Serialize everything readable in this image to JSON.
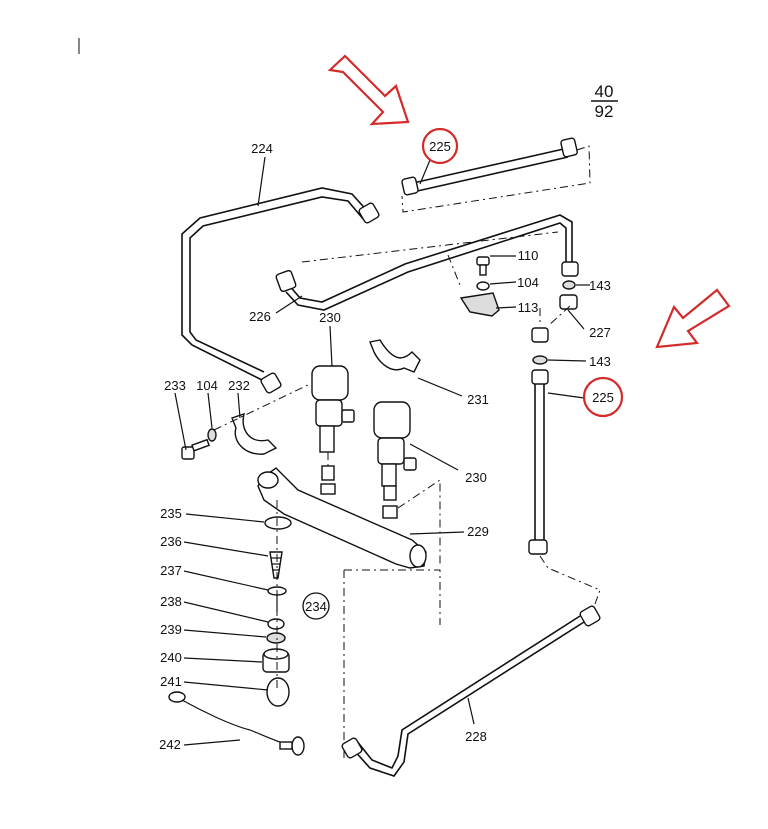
{
  "page": {
    "sheet_number_top": "40",
    "sheet_number_bottom": "92",
    "highlight_color": "#d42a2a"
  },
  "labels": {
    "p110": "110",
    "p104a": "104",
    "p113": "113",
    "p143a": "143",
    "p227": "227",
    "p143b": "143",
    "p225_top": "225",
    "p225_right": "225",
    "p224": "224",
    "p226": "226",
    "p230a": "230",
    "p231": "231",
    "p233": "233",
    "p104b": "104",
    "p232": "232",
    "p230b": "230",
    "p229": "229",
    "p235": "235",
    "p236": "236",
    "p237": "237",
    "p238": "238",
    "p239": "239",
    "p240": "240",
    "p241": "241",
    "p242": "242",
    "p234": "234",
    "p228": "228"
  }
}
